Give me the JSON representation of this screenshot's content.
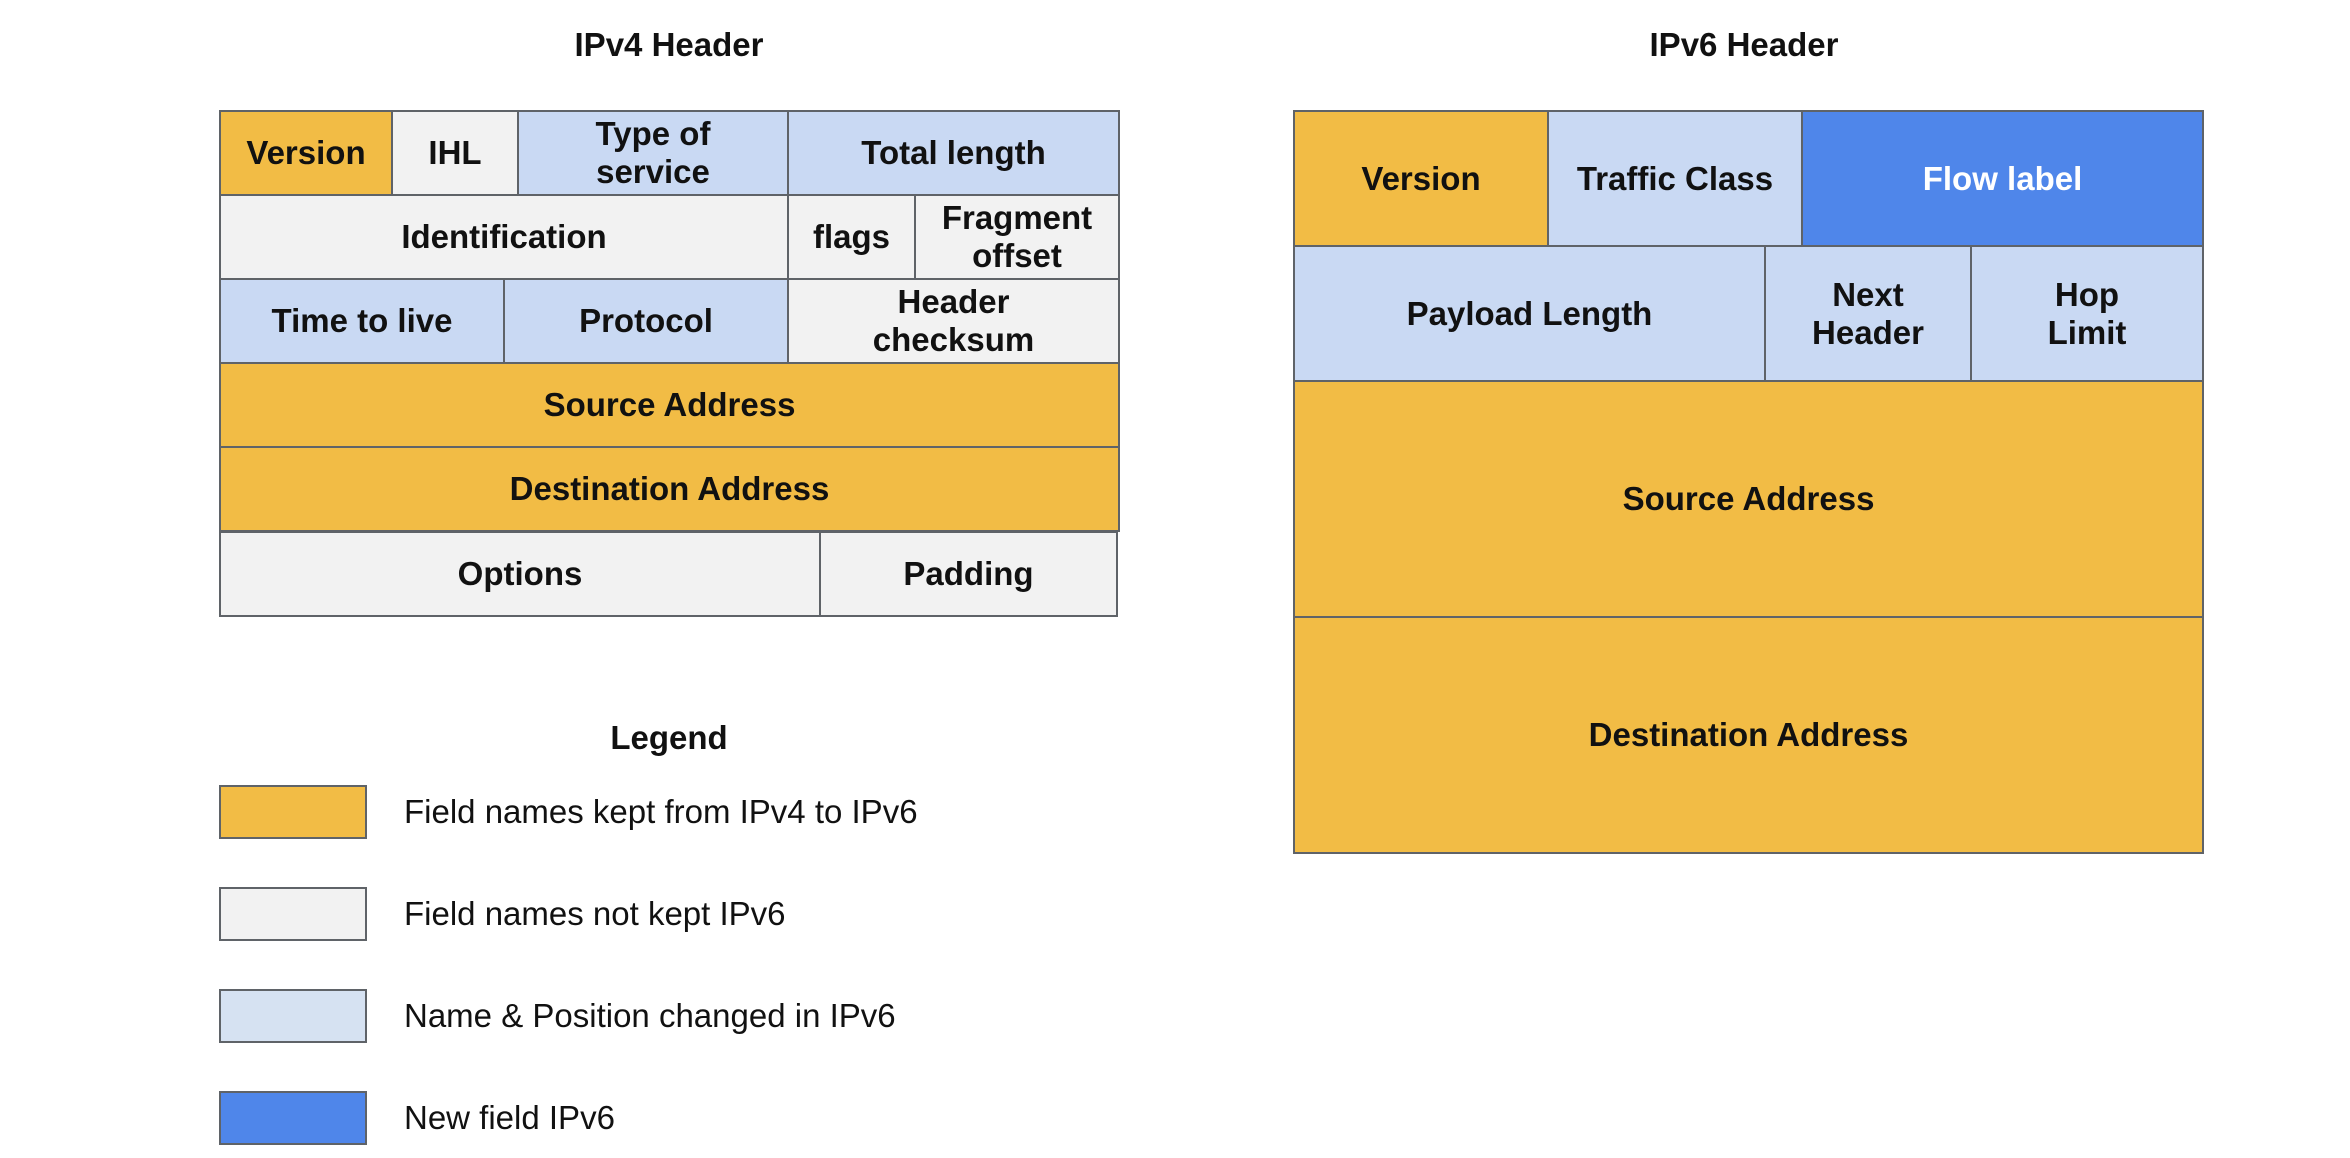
{
  "colors": {
    "kept": "#f2bc45",
    "not_kept": "#f2f2f2",
    "changed": "#c9d9f3",
    "new": "#4f86ea",
    "border": "#5f6368",
    "text": "#111111",
    "text_on_new": "#ffffff"
  },
  "ipv4": {
    "title": "IPv4 Header",
    "fields": {
      "version": "Version",
      "ihl": "IHL",
      "type_of_service": "Type of\nservice",
      "total_length": "Total length",
      "identification": "Identification",
      "flags": "flags",
      "fragment_offset": "Fragment\noffset",
      "time_to_live": "Time to live",
      "protocol": "Protocol",
      "header_checksum": "Header\nchecksum",
      "source_address": "Source Address",
      "destination_address": "Destination Address",
      "options": "Options",
      "padding": "Padding"
    }
  },
  "ipv6": {
    "title": "IPv6 Header",
    "fields": {
      "version": "Version",
      "traffic_class": "Traffic Class",
      "flow_label": "Flow label",
      "payload_length": "Payload Length",
      "next_header": "Next\nHeader",
      "hop_limit": "Hop\nLimit",
      "source_address": "Source Address",
      "destination_address": "Destination Address"
    }
  },
  "legend": {
    "title": "Legend",
    "items": [
      {
        "label": "Field names kept from IPv4 to IPv6",
        "color": "#f2bc45"
      },
      {
        "label": "Field names not kept IPv6",
        "color": "#f2f2f2"
      },
      {
        "label": "Name & Position changed in  IPv6",
        "color": "#d6e2f2"
      },
      {
        "label": "New field IPv6",
        "color": "#4f86ea"
      }
    ]
  }
}
